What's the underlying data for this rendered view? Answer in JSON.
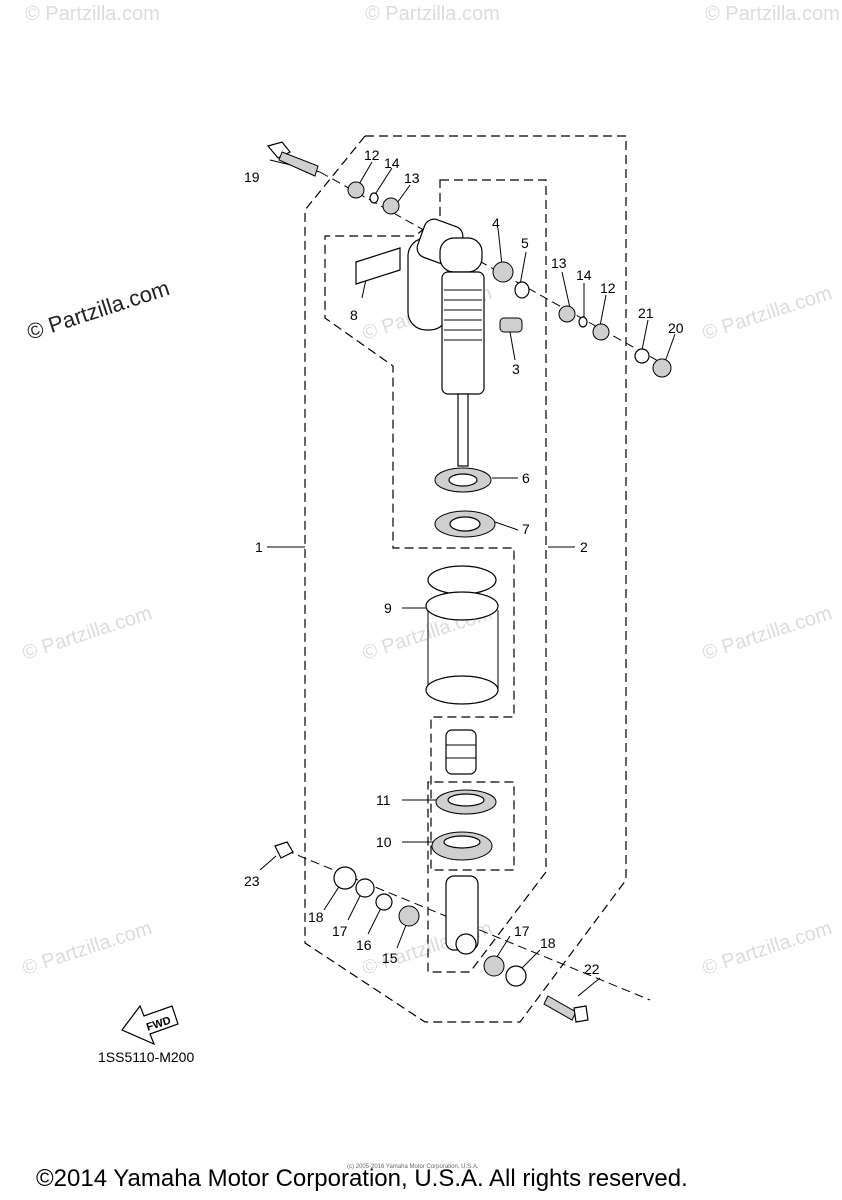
{
  "watermarks": {
    "text": "© Partzilla.com",
    "main": "© Partzilla.com"
  },
  "callouts": {
    "c1": "1",
    "c2": "2",
    "c3": "3",
    "c4": "4",
    "c5": "5",
    "c6": "6",
    "c7": "7",
    "c8": "8",
    "c9": "9",
    "c10": "10",
    "c11": "11",
    "c12a": "12",
    "c12b": "12",
    "c13a": "13",
    "c13b": "13",
    "c14a": "14",
    "c14b": "14",
    "c15": "15",
    "c16": "16",
    "c17a": "17",
    "c17b": "17",
    "c18a": "18",
    "c18b": "18",
    "c19": "19",
    "c20": "20",
    "c21": "21",
    "c22": "22",
    "c23": "23"
  },
  "fwd_label": "FWD",
  "diagram_code": "1SS5110-M200",
  "small_print": "(c) 2005-2016 Yamaha Motor Corporation, U.S.A.",
  "copyright": "©2014 Yamaha Motor Corporation, U.S.A. All rights reserved."
}
